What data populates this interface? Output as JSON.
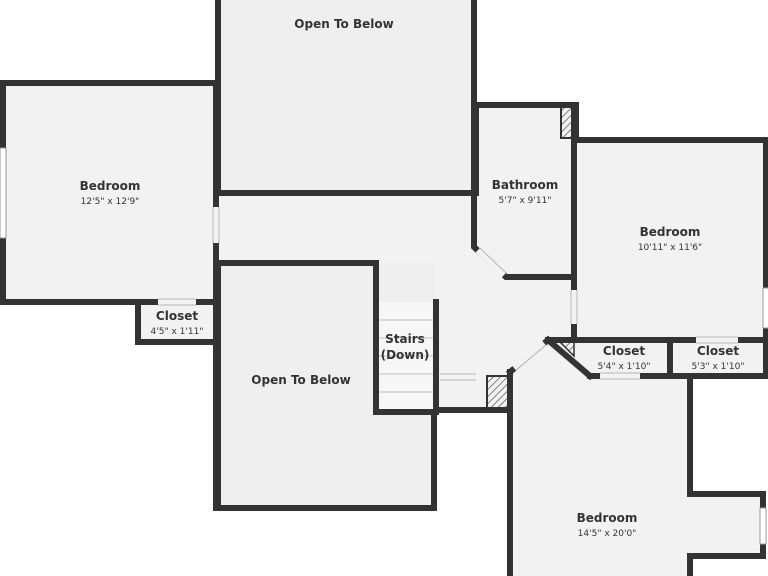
{
  "rooms": {
    "open_top": {
      "name": "Open To Below"
    },
    "bedroom_left": {
      "name": "Bedroom",
      "dims": "12'5\" x 12'9\""
    },
    "closet_left": {
      "name": "Closet",
      "dims": "4'5\" x 1'11\""
    },
    "bathroom": {
      "name": "Bathroom",
      "dims": "5'7\" x 9'11\""
    },
    "bedroom_right": {
      "name": "Bedroom",
      "dims": "10'11\" x 11'6\""
    },
    "open_center": {
      "name": "Open To Below"
    },
    "stairs": {
      "name": "Stairs",
      "direction": "(Down)"
    },
    "closet_mid": {
      "name": "Closet",
      "dims": "5'4\" x 1'10\""
    },
    "closet_right": {
      "name": "Closet",
      "dims": "5'3\" x 1'10\""
    },
    "bedroom_bottom": {
      "name": "Bedroom",
      "dims": "14'5\" x 20'0\""
    }
  },
  "colors": {
    "wall": "#333333",
    "floor": "#f2f2f2",
    "background": "#ffffff"
  }
}
